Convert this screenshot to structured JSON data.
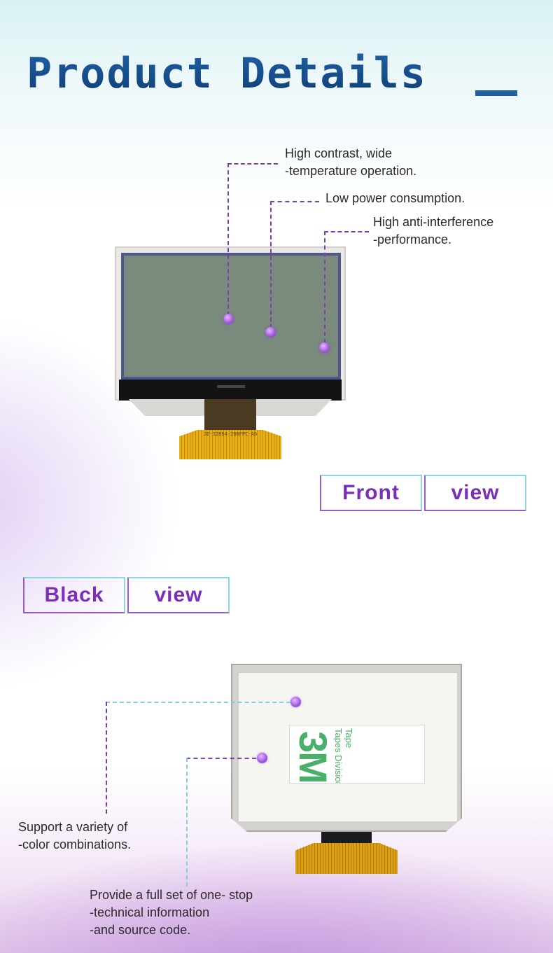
{
  "header": {
    "title": "Product Details"
  },
  "front_callouts": [
    {
      "lines": [
        "High contrast, wide",
        "-temperature operation."
      ]
    },
    {
      "lines": [
        "Low power consumption."
      ]
    },
    {
      "lines": [
        "High anti-interference",
        "-performance."
      ]
    }
  ],
  "front_product": {
    "fpc_marking": "JD-12864-286FPC-A0"
  },
  "front_label": {
    "word1": "Front",
    "word2": "view"
  },
  "back_label": {
    "word1": "Black",
    "word2": "view"
  },
  "back_product": {
    "tape_logo": "3M",
    "tape_line1": "Tape",
    "tape_line2": "Tapes Division"
  },
  "back_callouts": [
    {
      "lines": [
        "Support a variety of",
        "-color combinations."
      ]
    },
    {
      "lines": [
        "Provide a full set of one- stop",
        "-technical information",
        "-and source code."
      ]
    }
  ],
  "colors": {
    "title": "#1f5fa6",
    "accent_purple": "#7b2fb8",
    "accent_cyan": "#8ed6e0"
  }
}
